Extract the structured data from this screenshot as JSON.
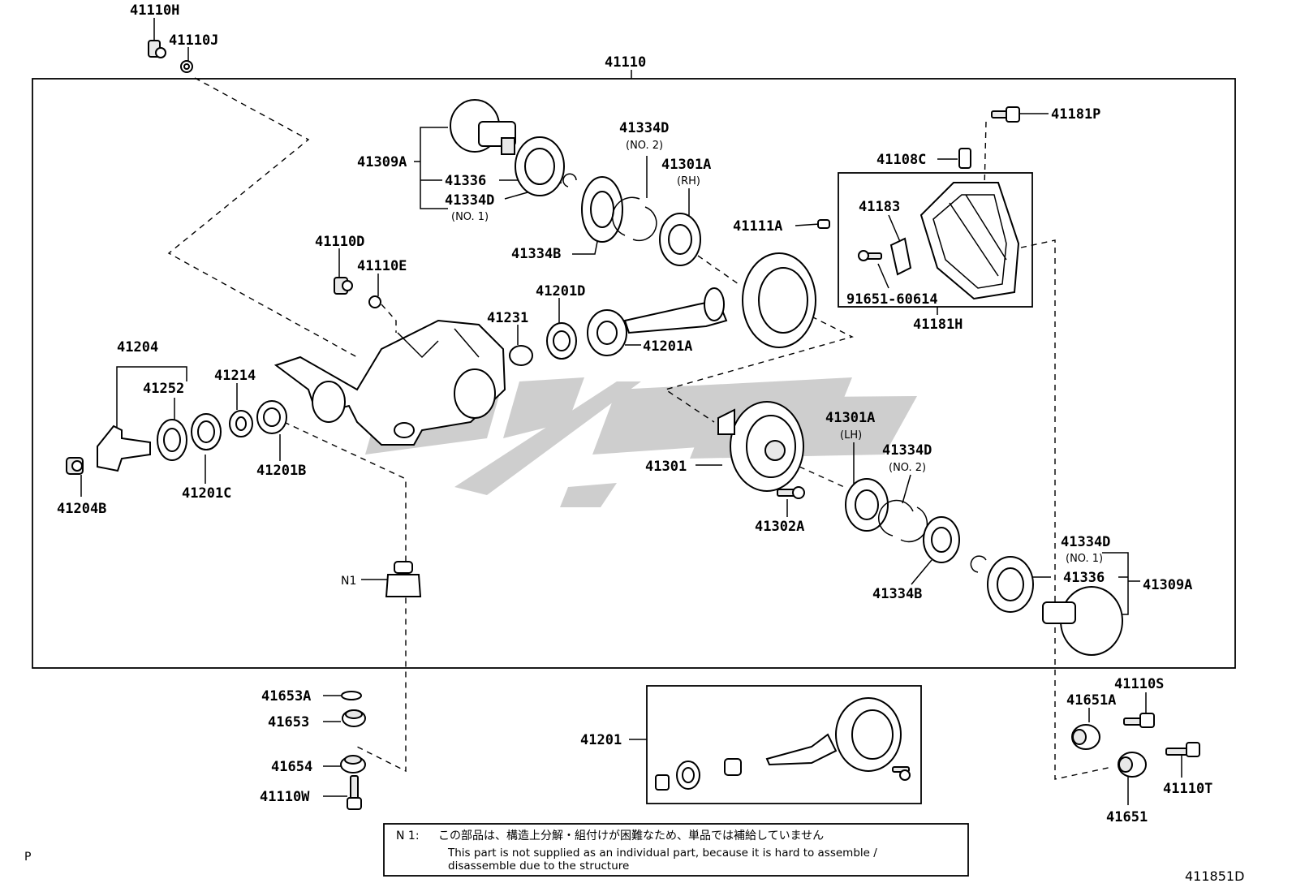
{
  "callouts": {
    "41110H": "41110H",
    "41110J": "41110J",
    "41110": "41110",
    "41181P": "41181P",
    "41108C": "41108C",
    "41183": "41183",
    "41111A": "41111A",
    "91651_60614": "91651-60614",
    "41181H": "41181H",
    "41309A_top": "41309A",
    "41336_top": "41336",
    "41334D_top": "41334D",
    "no1_top": "(NO. 1)",
    "41334D_mid": "41334D",
    "no2_mid": "(NO. 2)",
    "41301A_rh": "41301A",
    "rh": "(RH)",
    "41334B_top": "41334B",
    "41110D": "41110D",
    "41110E": "41110E",
    "41201D": "41201D",
    "41231": "41231",
    "41201A": "41201A",
    "41204": "41204",
    "41252": "41252",
    "41214": "41214",
    "41204B": "41204B",
    "41201C": "41201C",
    "41201B": "41201B",
    "41301A_lh": "41301A",
    "lh": "(LH)",
    "41334D_low": "41334D",
    "no2_low": "(NO. 2)",
    "41301": "41301",
    "41302A": "41302A",
    "41334B_low": "41334B",
    "41334D_right": "41334D",
    "no1_right": "(NO. 1)",
    "41336_right": "41336",
    "41309A_right": "41309A",
    "N1": "N1",
    "41653A": "41653A",
    "41653": "41653",
    "41654": "41654",
    "41110W": "41110W",
    "41201": "41201",
    "41110S": "41110S",
    "41651A": "41651A",
    "41110T": "41110T",
    "41651": "41651"
  },
  "note": {
    "label": "N 1:",
    "japanese": "この部品は、構造上分解・組付けが困難なため、単品では補給していません",
    "english_line1": "This part is not supplied as an individual part, because it is hard to assemble /",
    "english_line2": "disassemble due to the structure"
  },
  "footer": {
    "corner_mark": "P",
    "figure_id": "411851D"
  }
}
